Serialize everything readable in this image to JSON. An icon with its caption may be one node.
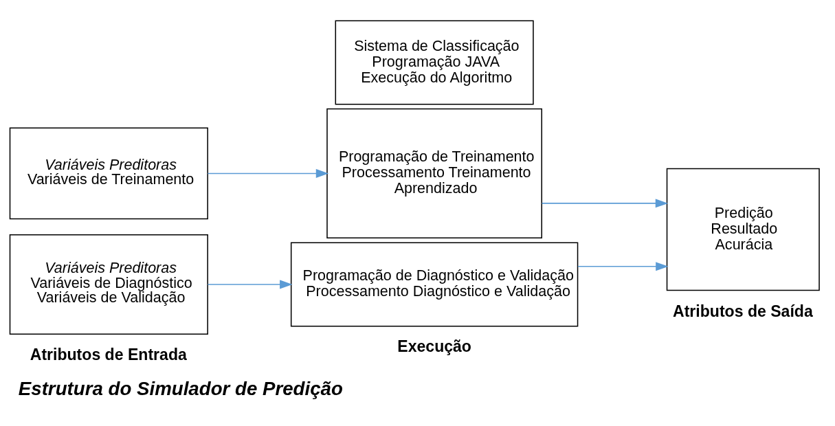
{
  "diagram": {
    "caption": "Estrutura do Simulador de Predição",
    "nodes": [
      {
        "text": [
          "Variáveis Preditoras",
          "Variáveis de Treinamento"
        ]
      },
      {
        "text": [
          "Variáveis Preditoras",
          "Variáveis de Diagnóstico",
          "Variáveis de Validação"
        ]
      },
      {
        "text": [
          "Sistema de Classificação",
          "Programação JAVA",
          "Execução do Algoritmo"
        ]
      },
      {
        "text": [
          "Programação de Treinamento",
          "Processamento Treinamento",
          "Aprendizado"
        ]
      },
      {
        "text": [
          "Programação de Diagnóstico e Validação",
          "Processamento Diagnóstico e Validação"
        ]
      },
      {
        "text": [
          "Predição",
          "Resultado",
          "Acurácia"
        ]
      }
    ],
    "edges": [
      {
        "from": 0,
        "to": 3,
        "arrow": "to"
      },
      {
        "from": 1,
        "to": 4,
        "arrow": "to"
      },
      {
        "from": 3,
        "to": 5,
        "arrow": "to"
      },
      {
        "from": 4,
        "to": 5,
        "arrow": "to"
      }
    ],
    "labels": [
      "Atributos de Entrada",
      "Execução",
      "Atributos de Saída"
    ]
  }
}
